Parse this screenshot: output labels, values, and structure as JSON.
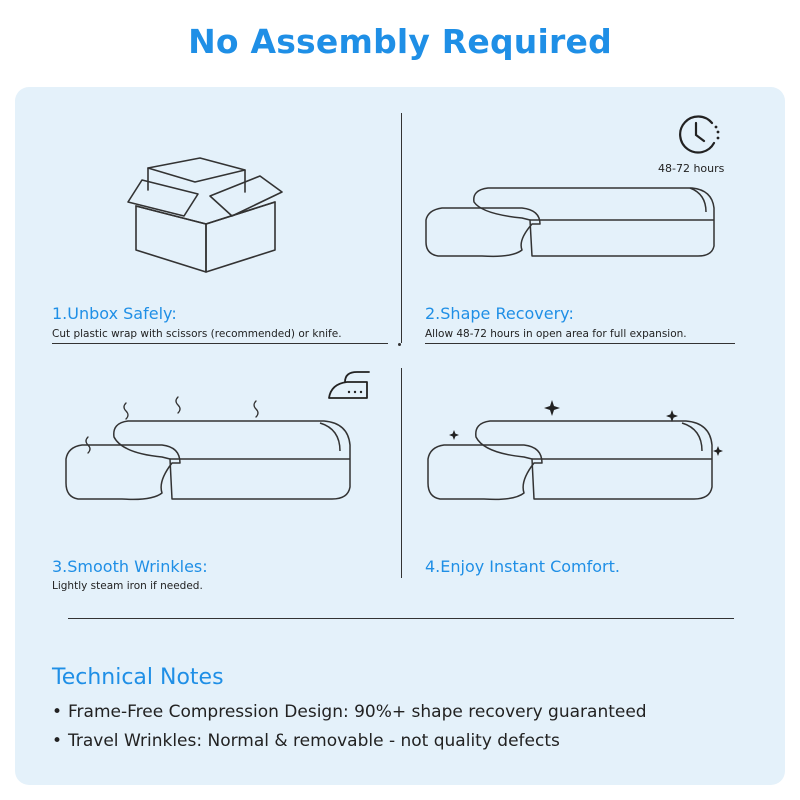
{
  "header": {
    "title": "No Assembly Required"
  },
  "steps": [
    {
      "title": "1.Unbox Safely:",
      "desc": "Cut plastic wrap with scissors (recommended) or knife."
    },
    {
      "title": "2.Shape Recovery:",
      "desc": "Allow 48-72 hours in open area for full expansion.",
      "badge": "48-72 hours"
    },
    {
      "title": "3.Smooth Wrinkles:",
      "desc": "Lightly steam iron if needed."
    },
    {
      "title": "4.Enjoy Instant Comfort.",
      "desc": ""
    }
  ],
  "technical": {
    "title": "Technical Notes",
    "notes": [
      "Frame-Free Compression Design: 90%+ shape recovery guaranteed",
      "Travel Wrinkles: Normal & removable - not quality defects"
    ]
  },
  "colors": {
    "accent": "#1f8fe6",
    "panel": "#e4f1fa",
    "line": "#333333"
  },
  "icons": [
    "box-icon",
    "clock-icon",
    "iron-icon",
    "sparkle-icon",
    "sofa-illustration"
  ]
}
